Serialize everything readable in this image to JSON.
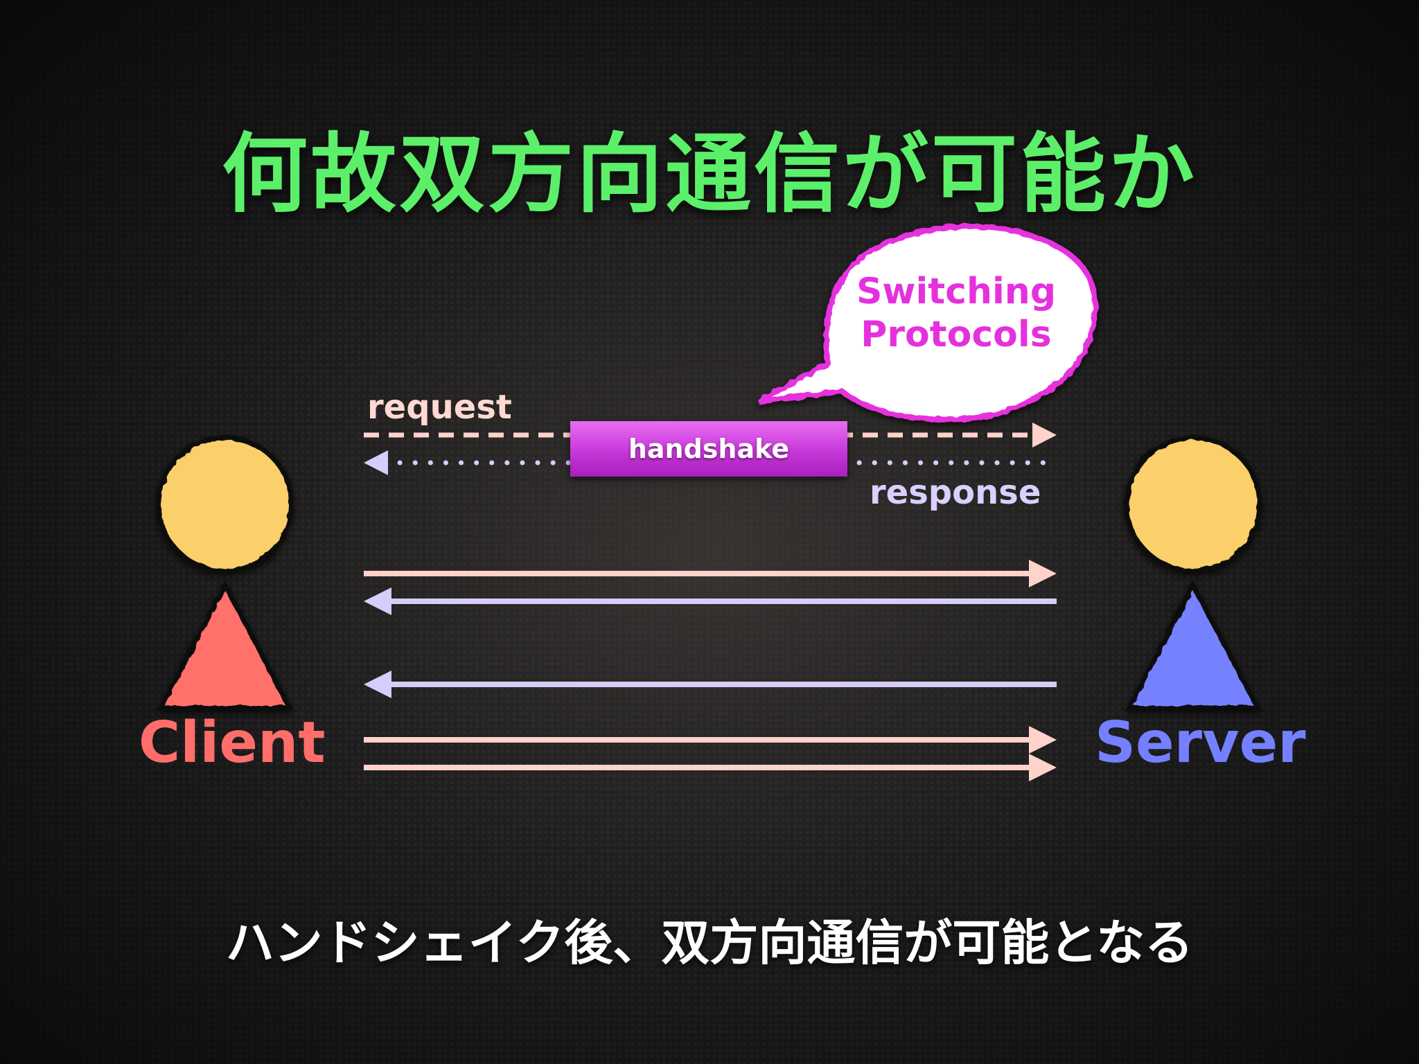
{
  "slide": {
    "title": "何故双方向通信が可能か",
    "footer": "ハンドシェイク後、双方向通信が可能となる"
  },
  "handshake": {
    "request_label": "request",
    "response_label": "response",
    "box_label": "handshake",
    "bubble_text": "Switching Protocols"
  },
  "actors": {
    "client_label": "Client",
    "server_label": "Server"
  },
  "colors": {
    "title": "#5cf06a",
    "client": "#ff6e6a",
    "server": "#7480ff",
    "head": "#fbcf6a",
    "request_arrow": "#ffd2cc",
    "response_arrow": "#d6cdfb",
    "handshake_box": "#d043e0",
    "bubble_text": "#e531dd"
  },
  "messages": [
    {
      "direction": "client-to-server"
    },
    {
      "direction": "server-to-client"
    },
    {
      "direction": "server-to-client"
    },
    {
      "direction": "client-to-server"
    },
    {
      "direction": "client-to-server"
    }
  ]
}
